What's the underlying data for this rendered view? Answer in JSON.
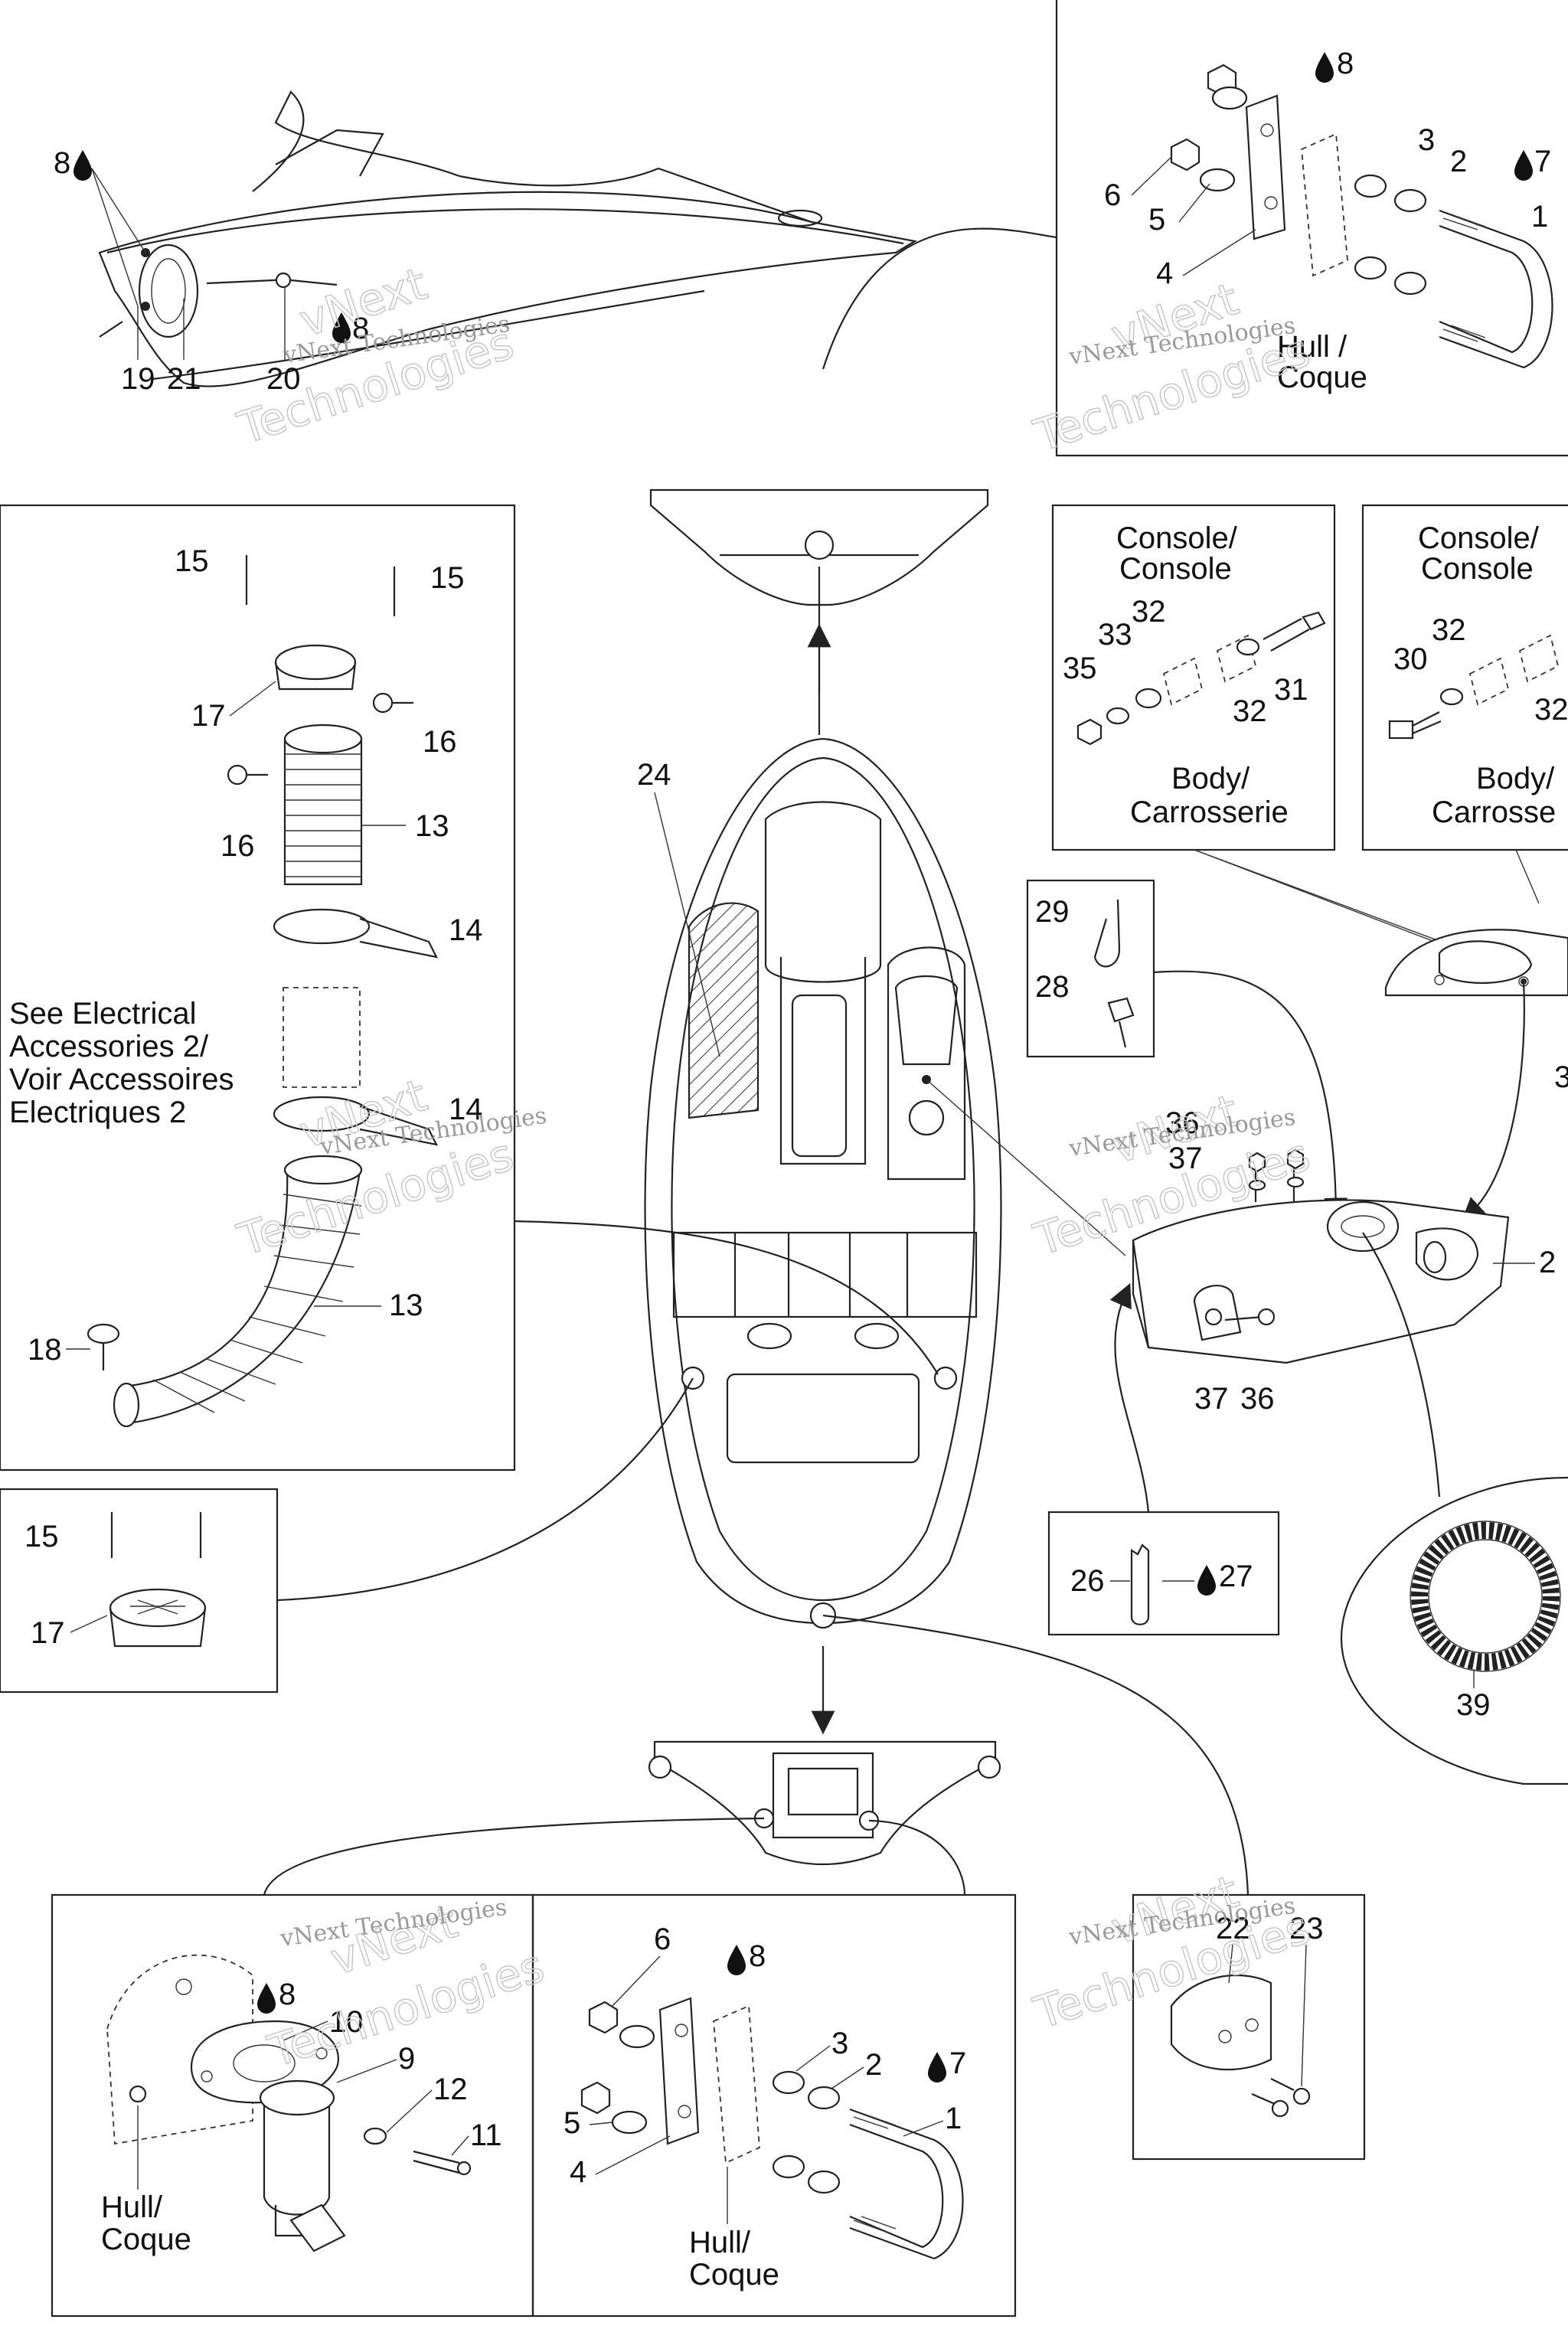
{
  "callouts": {
    "c1": "1",
    "c2": "2",
    "c3": "3",
    "c4": "4",
    "c5": "5",
    "c6": "6",
    "c7": "7",
    "c8": "8",
    "c9": "9",
    "c10": "10",
    "c11": "11",
    "c12": "12",
    "c13": "13",
    "c14": "14",
    "c15": "15",
    "c16": "16",
    "c17": "17",
    "c18": "18",
    "c19": "19",
    "c20": "20",
    "c21": "21",
    "c22": "22",
    "c23": "23",
    "c24": "24",
    "c26": "26",
    "c27": "27",
    "c28": "28",
    "c29": "29",
    "c30": "30",
    "c31": "31",
    "c32": "32",
    "c33": "33",
    "c35": "35",
    "c36": "36",
    "c37": "37",
    "c39": "39",
    "c2partial": "2",
    "c3partial": "3"
  },
  "texts": {
    "console_line1": "Console/",
    "console_line2": "Console",
    "body_line1": "Body/",
    "body_line2": "Carrosserie",
    "body_line2_cut": "Carrosse",
    "hull_line1": "Hull /",
    "hull_line2": "Coque",
    "hull_alt_line1": "Hull/",
    "hull_alt_line2": "Coque",
    "see_line1": "See Electrical",
    "see_line2": "Accessories 2/",
    "see_line3": "Voir Accessoires",
    "see_line4": "Electriques 2"
  },
  "watermark": {
    "company": "vNext Technologies",
    "big_line1": "vNext",
    "big_line2": "Technologies"
  },
  "icons": [
    "sealant-drop-icon",
    "arrow-up-icon",
    "arrow-down-icon"
  ]
}
